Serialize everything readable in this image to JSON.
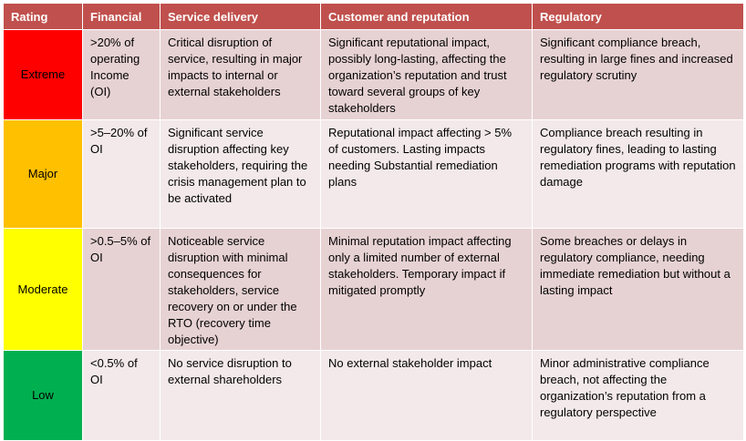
{
  "headers": [
    "Rating",
    "Financial",
    "Service delivery",
    "Customer and reputation",
    "Regulatory"
  ],
  "rows": [
    {
      "rating": "Extreme",
      "rating_color": "#ff0000",
      "financial": ">20% of operating Income (OI)",
      "service": "Critical disruption of service, resulting in major impacts to internal or external stakeholders",
      "customer": "Significant reputational impact, possibly long-lasting, affecting the organization’s reputation and trust toward several groups of key stakeholders",
      "regulatory": "Significant compliance breach, resulting in large fines and increased regulatory scrutiny"
    },
    {
      "rating": "Major",
      "rating_color": "#ffc000",
      "financial": ">5–20% of OI",
      "service": "Significant service disruption affecting key stakeholders, requiring the crisis management plan to be activated",
      "customer": "Reputational impact affecting > 5% of customers. Lasting impacts needing Substantial remediation plans",
      "regulatory": "Compliance breach resulting in regulatory fines, leading to lasting remediation programs with reputation damage"
    },
    {
      "rating": "Moderate",
      "rating_color": "#ffff00",
      "financial": ">0.5–5% of OI",
      "service": "Noticeable service disruption with minimal consequences for stakeholders, service recovery on or under the RTO (recovery time objective)",
      "customer": "Minimal reputation impact affecting only a limited number of external stakeholders. Temporary impact if mitigated promptly",
      "regulatory": "Some breaches or delays in regulatory compliance, needing immediate remediation but without a lasting impact"
    },
    {
      "rating": "Low",
      "rating_color": "#00b050",
      "financial": "<0.5% of OI",
      "service": "No service disruption to external shareholders",
      "customer": "No external stakeholder impact",
      "regulatory": "Minor administrative compliance breach, not affecting the organization’s reputation from a regulatory perspective"
    }
  ]
}
